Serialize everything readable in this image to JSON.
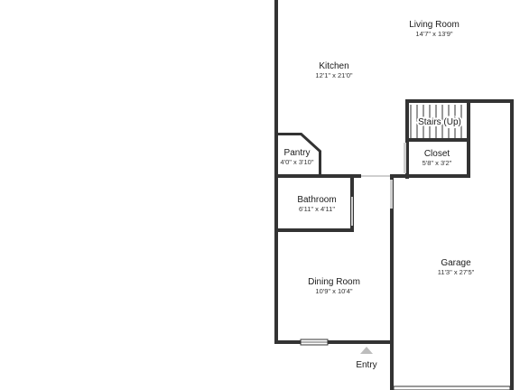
{
  "floorplan": {
    "colors": {
      "wall": "#333333",
      "window": "#cfcfcf",
      "entry_marker": "#bdbdbd",
      "background": "#ffffff"
    },
    "rooms": [
      {
        "key": "living_room",
        "name": "Living Room",
        "dims": "14'7\" x 13'9\""
      },
      {
        "key": "kitchen",
        "name": "Kitchen",
        "dims": "12'1\" x 21'0\""
      },
      {
        "key": "stairs",
        "name": "Stairs (Up)",
        "dims": ""
      },
      {
        "key": "closet",
        "name": "Closet",
        "dims": "5'8\" x 3'2\""
      },
      {
        "key": "pantry",
        "name": "Pantry",
        "dims": "4'0\" x 3'10\""
      },
      {
        "key": "bathroom",
        "name": "Bathroom",
        "dims": "6'11\" x 4'11\""
      },
      {
        "key": "garage",
        "name": "Garage",
        "dims": "11'3\" x 27'5\""
      },
      {
        "key": "dining_room",
        "name": "Dining Room",
        "dims": "10'9\" x 10'4\""
      }
    ],
    "entry_label": "Entry"
  }
}
